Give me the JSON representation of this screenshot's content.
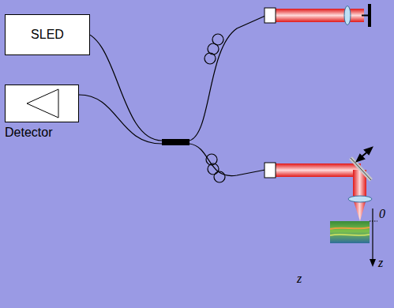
{
  "diagram": {
    "nodes": [
      {
        "text": [
          "SLED"
        ]
      },
      {
        "text": [
          "Detector"
        ]
      }
    ],
    "labels": [
      "0",
      "z",
      "z"
    ]
  }
}
